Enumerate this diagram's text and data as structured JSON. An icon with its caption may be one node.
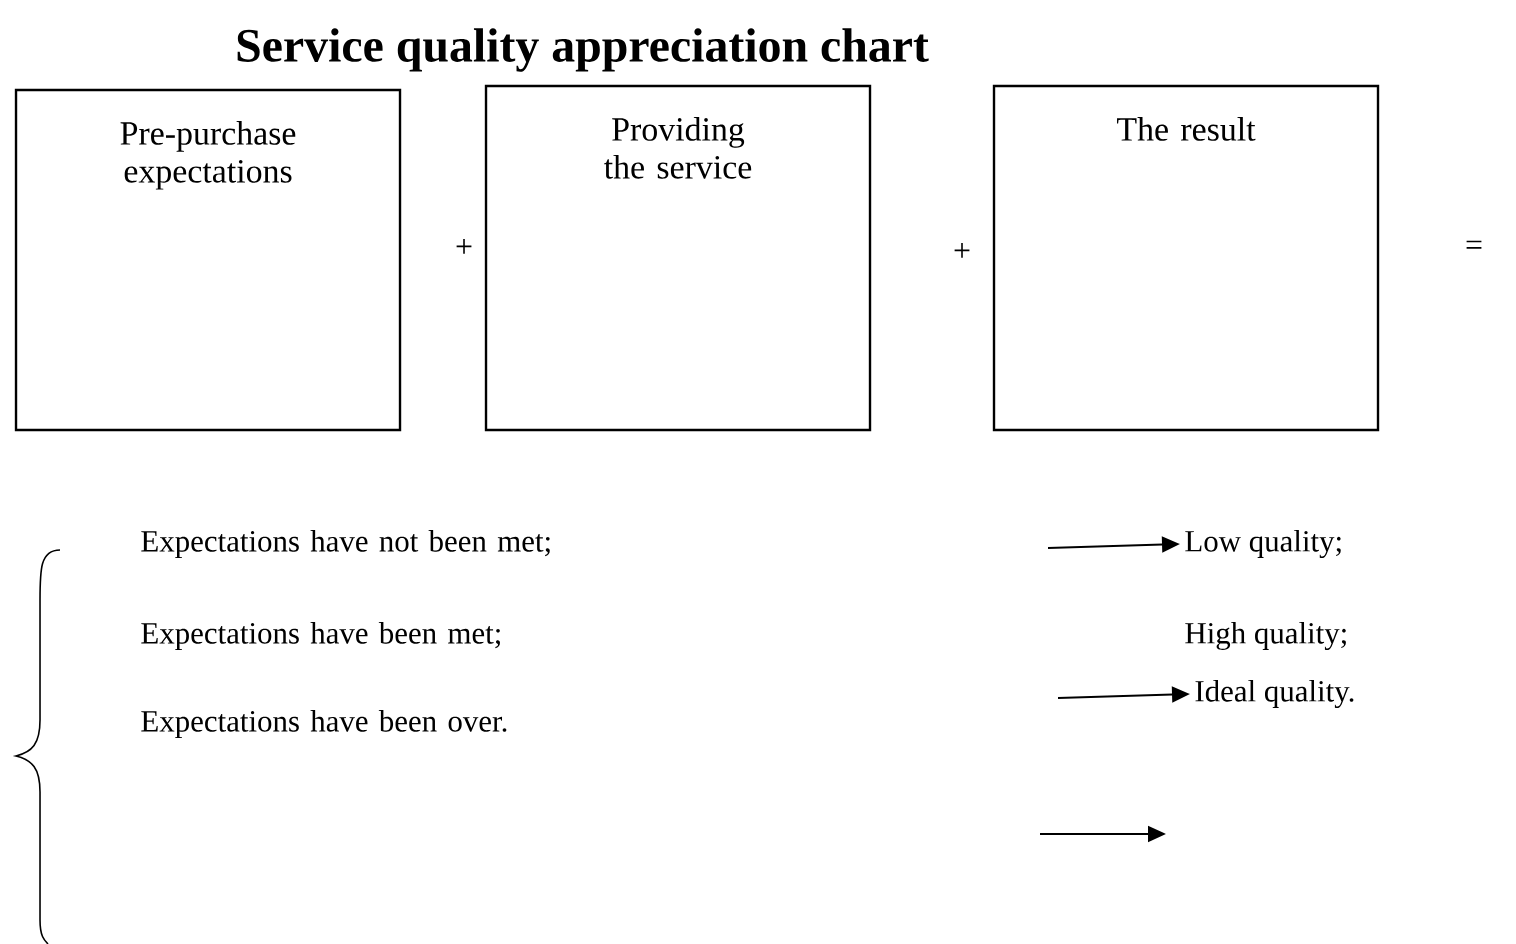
{
  "diagram": {
    "title": "Service quality appreciation chart",
    "nodes": [
      {
        "text": [
          "Pre-purchase expectations"
        ]
      },
      {
        "text": [
          "Providing the service"
        ]
      },
      {
        "text": [
          "The result"
        ]
      },
      {
        "text": [
          "Expectations have not been met;"
        ]
      },
      {
        "text": [
          "Expectations have been met;"
        ]
      },
      {
        "text": [
          "Expectations have been over."
        ]
      },
      {
        "text": [
          "Low quality;"
        ]
      },
      {
        "text": [
          "High quality;"
        ]
      },
      {
        "text": [
          "Ideal quality."
        ]
      }
    ],
    "edges": [
      {
        "from": null,
        "to": 6,
        "arrow": "to"
      },
      {
        "from": null,
        "to": 8,
        "arrow": "to"
      }
    ],
    "labels": [
      "+",
      "+",
      "="
    ]
  }
}
